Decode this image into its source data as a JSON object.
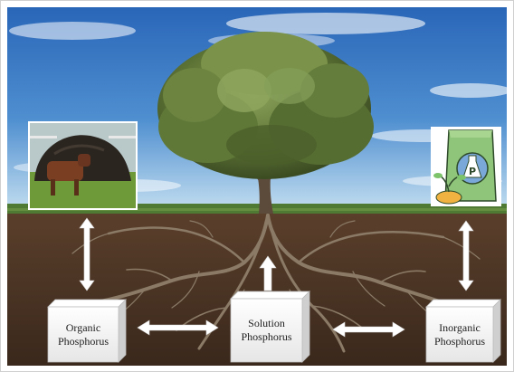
{
  "diagram": {
    "sources": {
      "organic": {
        "kind": "manure pile with cow"
      },
      "inorganic": {
        "kind": "fertilizer bag",
        "bag_letter": "P"
      }
    },
    "pools": {
      "organic": "Organic\nPhosphorus",
      "solution": "Solution\nPhosphorus",
      "inorganic": "Inorganic\nPhosphorus"
    },
    "flows": [
      {
        "from": "organic-photo",
        "to": "organic-box",
        "direction": "both"
      },
      {
        "from": "organic-box",
        "to": "solution-box",
        "direction": "both"
      },
      {
        "from": "solution-box",
        "to": "inorganic-box",
        "direction": "both"
      },
      {
        "from": "inorganic-photo",
        "to": "inorganic-box",
        "direction": "both"
      },
      {
        "from": "solution-box",
        "to": "tree-roots",
        "direction": "up"
      }
    ],
    "colors": {
      "sky_top": "#2f6fc0",
      "sky_bottom": "#b9d8ee",
      "soil": "#4a3324",
      "grass": "#4f7a33",
      "arrow": "#ffffff",
      "box_face": "#f2f2f2",
      "fertilizer_bag": "#8fc57a",
      "fertilizer_circle": "#7aa8d8"
    }
  }
}
